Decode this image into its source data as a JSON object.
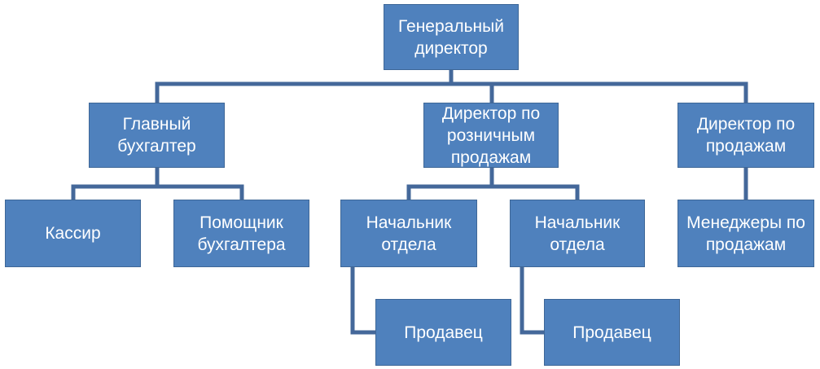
{
  "nodes": {
    "ceo": "Генеральный\nдиректор",
    "chief_accountant": "Главный\nбухгалтер",
    "retail_director": "Директор по\nрозничным\nпродажам",
    "sales_director": "Директор по\nпродажам",
    "cashier": "Кассир",
    "assistant_accountant": "Помощник\nбухгалтера",
    "dept_head_1": "Начальник\nотдела",
    "dept_head_2": "Начальник\nотдела",
    "seller_1": "Продавец",
    "seller_2": "Продавец",
    "sales_managers": "Менеджеры по\nпродажам"
  },
  "colors": {
    "box_fill": "#4f81bd",
    "box_border": "#3e6797",
    "connector": "#44689a",
    "text": "#ffffff"
  }
}
